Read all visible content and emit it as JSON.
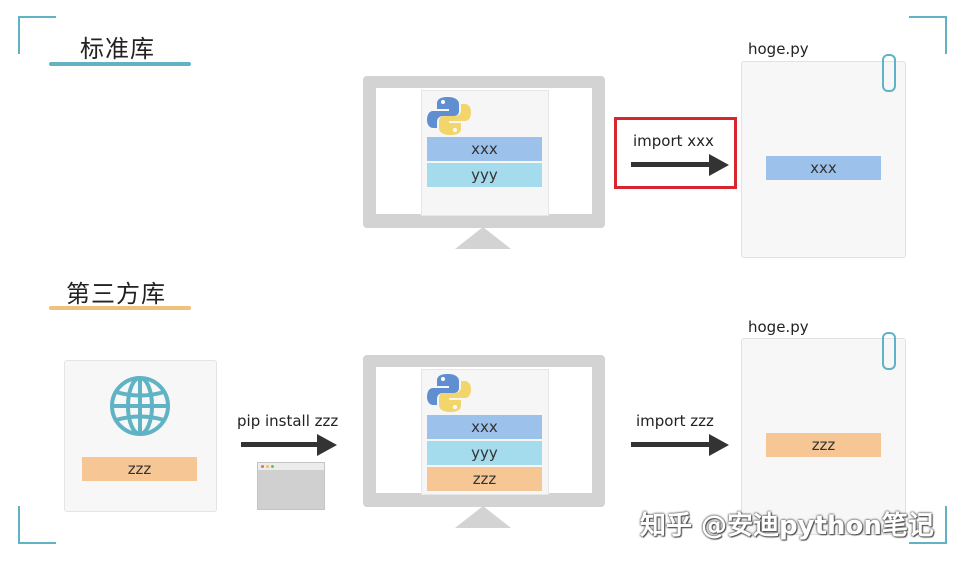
{
  "sections": {
    "standard": {
      "title": "标准库",
      "file_name": "hoge.py",
      "arrow_label": "import xxx",
      "monitor_modules": [
        "xxx",
        "yyy"
      ],
      "file_module": "xxx"
    },
    "third_party": {
      "title": "第三方库",
      "source_module": "zzz",
      "install_label": "pip install zzz",
      "file_name": "hoge.py",
      "arrow_label": "import zzz",
      "monitor_modules": [
        "xxx",
        "yyy",
        "zzz"
      ],
      "file_module": "zzz"
    }
  },
  "watermark": "知乎 @安迪python笔记",
  "colors": {
    "accent_teal": "#5fb3c4",
    "accent_orange": "#f0c07d",
    "module_blue": "#9cc2ec",
    "module_cyan": "#a4dced",
    "module_orange": "#f6c795",
    "highlight_red": "#d8262e"
  },
  "icons": [
    "python-logo-icon",
    "globe-icon",
    "paperclip-icon",
    "browser-window-icon",
    "arrow-right-icon"
  ]
}
